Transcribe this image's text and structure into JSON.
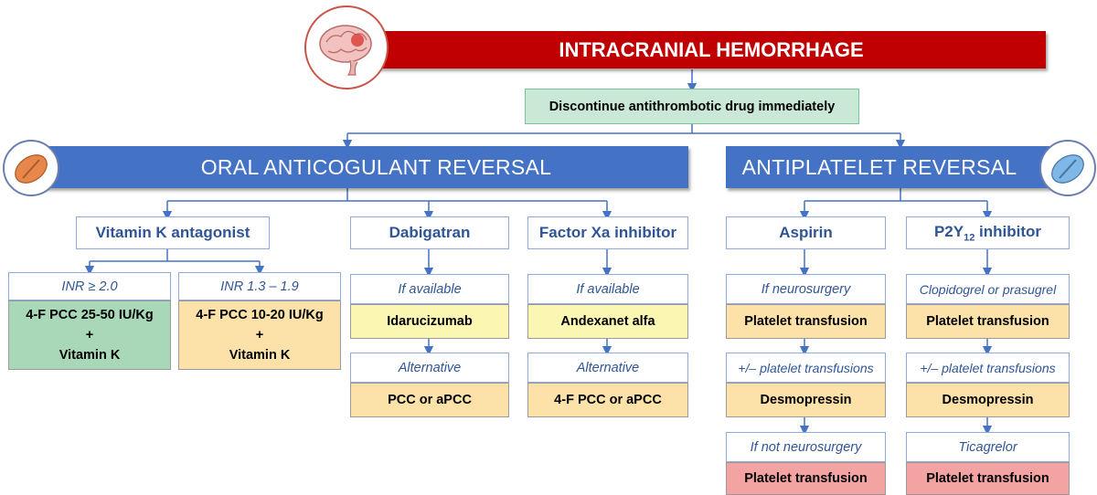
{
  "title": "INTRACRANIAL HEMORRHAGE",
  "discontinue": "Discontinue antithrombotic drug immediately",
  "oral": {
    "title": "ORAL ANTICOGULANT REVERSAL",
    "vka": {
      "label": "Vitamin K antagonist",
      "inr_high": {
        "condition": "INR ≥ 2.0",
        "line1": "4-F PCC 25-50 IU/Kg",
        "plus": "+",
        "line2": "Vitamin K"
      },
      "inr_low": {
        "condition": "INR 1.3 – 1.9",
        "line1": "4-F PCC 10-20 IU/Kg",
        "plus": "+",
        "line2": "Vitamin K"
      }
    },
    "dabigatran": {
      "label": "Dabigatran",
      "cond1": "If available",
      "treat1": "Idarucizumab",
      "cond2": "Alternative",
      "treat2": "PCC or aPCC"
    },
    "fxa": {
      "label": "Factor Xa inhibitor",
      "cond1": "If available",
      "treat1": "Andexanet alfa",
      "cond2": "Alternative",
      "treat2": "4-F PCC or aPCC"
    }
  },
  "antiplatelet": {
    "title": "ANTIPLATELET REVERSAL",
    "aspirin": {
      "label": "Aspirin",
      "cond1": "If neurosurgery",
      "treat1": "Platelet transfusion",
      "cond2": "+/– platelet transfusions",
      "treat2": "Desmopressin",
      "cond3": "If not neurosurgery",
      "treat3": "Platelet transfusion"
    },
    "p2y12": {
      "label_main": "P2Y",
      "label_sub": "12",
      "label_rest": " inhibitor",
      "cond1": "Clopidogrel or prasugrel",
      "treat1": "Platelet transfusion",
      "cond2": "+/– platelet transfusions",
      "treat2": "Desmopressin",
      "cond3": "Ticagrelor",
      "treat3": "Platelet transfusion"
    }
  },
  "colors": {
    "red_banner": "#c00000",
    "blue_banner": "#4472c4",
    "connector": "#4472c4",
    "green": "#a9d8b8",
    "orange": "#fce2a8",
    "yellow": "#fbf6b1",
    "red": "#f4a3a3"
  },
  "icons": {
    "top": "brain-icon",
    "left": "orange-pill-icon",
    "right": "blue-pill-icon"
  }
}
